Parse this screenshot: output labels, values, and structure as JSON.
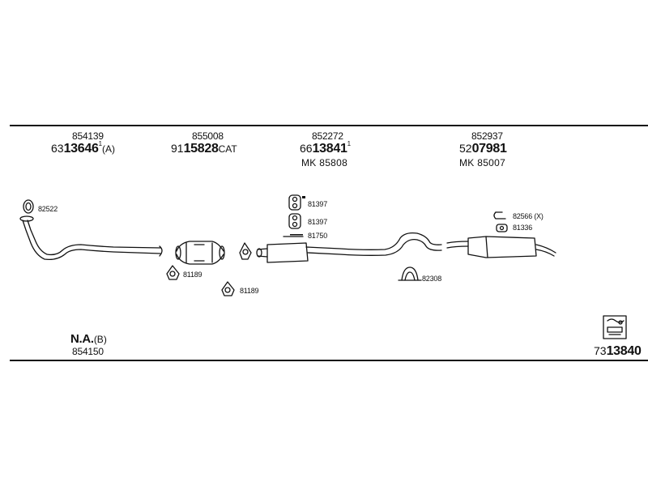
{
  "parts": [
    {
      "ref": "854139",
      "prefix": "63",
      "number": "13646",
      "sup": "1",
      "suffix": "(A)",
      "mk": ""
    },
    {
      "ref": "855008",
      "prefix": "91",
      "number": "15828",
      "sup": "",
      "suffix": "CAT",
      "mk": ""
    },
    {
      "ref": "852272",
      "prefix": "66",
      "number": "13841",
      "sup": "1",
      "suffix": "",
      "mk": "MK 85808"
    },
    {
      "ref": "852937",
      "prefix": "52",
      "number": "07981",
      "sup": "",
      "suffix": "",
      "mk": "MK 85007"
    }
  ],
  "fittings": {
    "f82522": "82522",
    "f81189a": "81189",
    "f81189b": "81189",
    "f81397a": "81397",
    "f81397b": "81397",
    "f81750": "81750",
    "f82308": "82308",
    "f82566": "82566 (X)",
    "f81336": "81336"
  },
  "footer": {
    "na_label": "N.A.",
    "na_suffix": "(B)",
    "na_ref": "854150",
    "kit_prefix": "73",
    "kit_number": "13840"
  },
  "icons": {
    "logo": "exhaust-kit-logo-icon"
  }
}
